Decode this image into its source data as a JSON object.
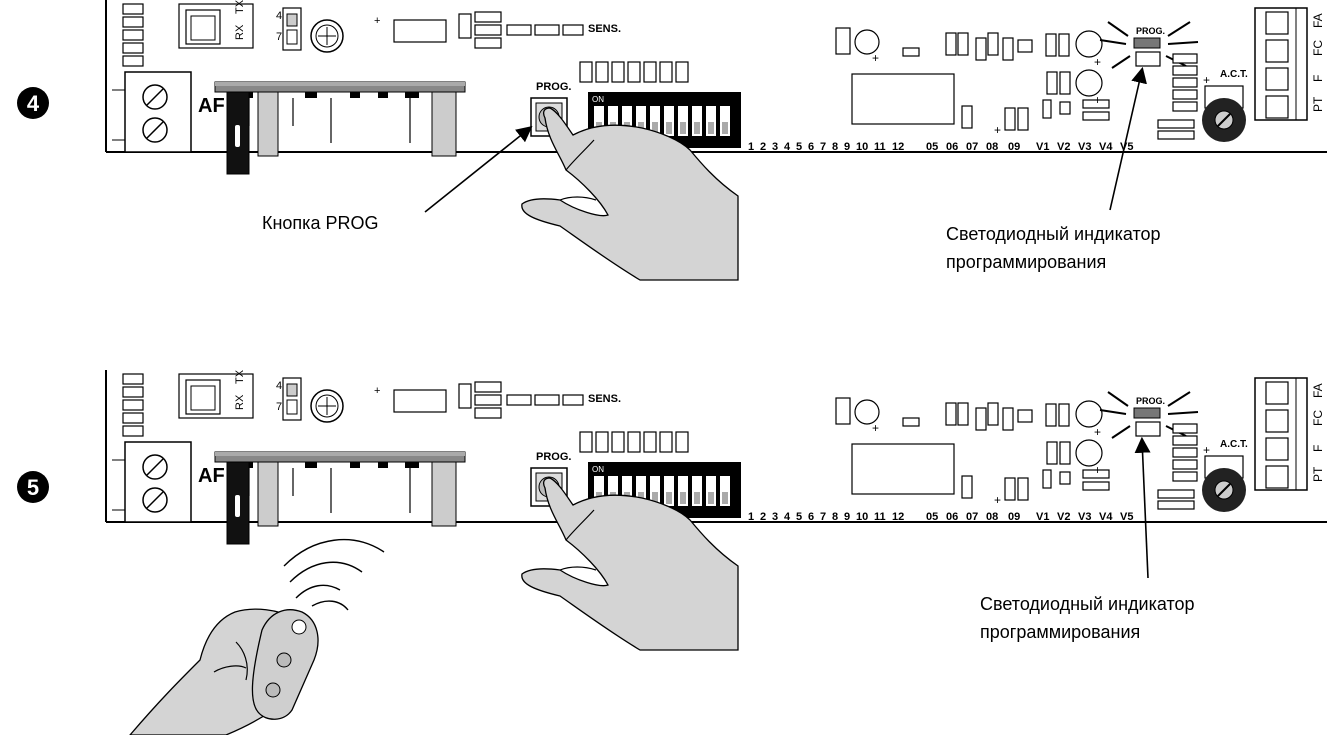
{
  "steps": [
    {
      "number": "4",
      "board": {
        "labels_top": [
          "RX",
          "TX",
          "4",
          "7",
          "+",
          "SENS."
        ],
        "label_af": "AF",
        "label_prog": "PROG.",
        "label_on": "ON",
        "dip_numbers": [
          "1",
          "2",
          "3",
          "4",
          "5",
          "6",
          "7",
          "8",
          "9",
          "10"
        ],
        "terminal_numbers": [
          "1",
          "2",
          "3",
          "4",
          "5",
          "6",
          "7",
          "8",
          "9",
          "10",
          "11",
          "12",
          "05",
          "06",
          "07",
          "08",
          "09",
          "V1",
          "V2",
          "V3",
          "V4",
          "V5"
        ],
        "led_label": "PROG.",
        "act_label": "A.C.T.",
        "connector_labels": [
          "FA",
          "FC",
          "F",
          "PT"
        ],
        "plus_marks": [
          "+",
          "+",
          "+",
          "+",
          "+"
        ]
      },
      "callouts": {
        "prog_button": "Кнопка PROG",
        "led_line1": "Светодиодный индикатор",
        "led_line2": "программирования"
      }
    },
    {
      "number": "5",
      "board": {
        "labels_top": [
          "RX",
          "TX",
          "4",
          "7",
          "+",
          "SENS."
        ],
        "label_af": "AF",
        "label_prog": "PROG.",
        "label_on": "ON",
        "dip_numbers": [
          "1",
          "2",
          "3",
          "4",
          "5",
          "6",
          "7",
          "8",
          "9",
          "10"
        ],
        "terminal_numbers": [
          "1",
          "2",
          "3",
          "4",
          "5",
          "6",
          "7",
          "8",
          "9",
          "10",
          "11",
          "12",
          "05",
          "06",
          "07",
          "08",
          "09",
          "V1",
          "V2",
          "V3",
          "V4",
          "V5"
        ],
        "led_label": "PROG.",
        "act_label": "A.C.T.",
        "connector_labels": [
          "FA",
          "FC",
          "F",
          "PT"
        ],
        "plus_marks": [
          "+",
          "+",
          "+",
          "+",
          "+"
        ]
      },
      "callouts": {
        "led_line1": "Светодиодный индикатор",
        "led_line2": "программирования"
      }
    }
  ]
}
